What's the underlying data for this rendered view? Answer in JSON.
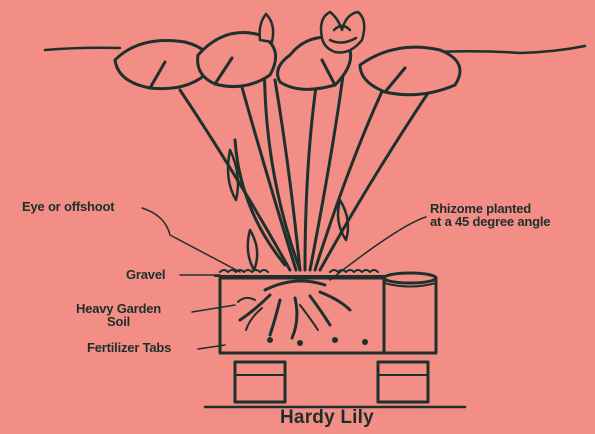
{
  "diagram": {
    "title": "Hardy Lily",
    "labels": {
      "eye": "Eye or offshoot",
      "rhizome_line1": "Rhizome planted",
      "rhizome_line2": "at a 45 degree angle",
      "gravel": "Gravel",
      "soil_line1": "Heavy Garden",
      "soil_line2": "Soil",
      "fertilizer": "Fertilizer Tabs"
    },
    "colors": {
      "background": "#f28e86",
      "ink": "#1f302c"
    }
  }
}
